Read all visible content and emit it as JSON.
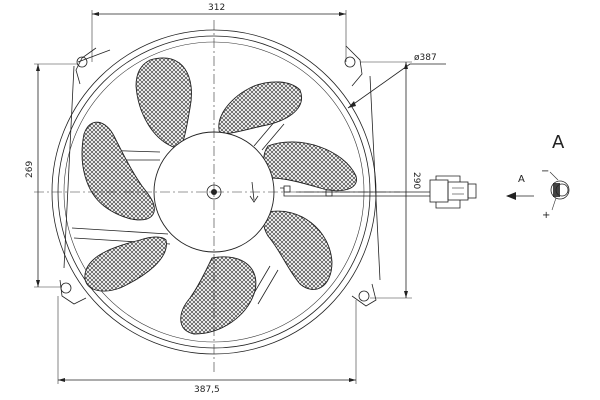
{
  "dimensions": {
    "top_width": "312",
    "diameter": "ø387",
    "left_height": "269",
    "right_height": "290",
    "bottom_width": "387,5"
  },
  "view": {
    "view_label": "A",
    "arrow_label": "A",
    "minus": "−",
    "plus": "+"
  },
  "colors": {
    "line": "#222222",
    "hatch": "#444444",
    "background": "#ffffff"
  }
}
